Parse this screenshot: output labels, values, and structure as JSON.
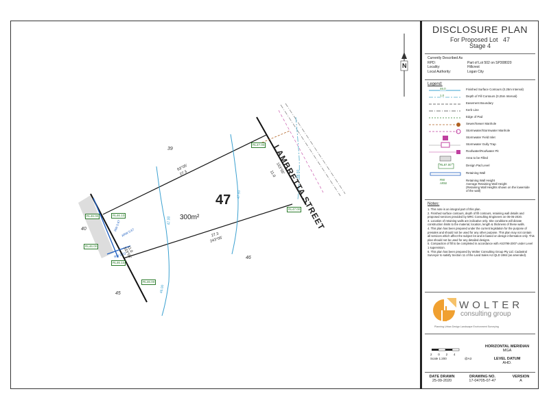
{
  "title": {
    "heading": "DISCLOSURE PLAN",
    "proposed_lot_label": "For Proposed Lot",
    "lot_number": "47",
    "stage": "Stage 4"
  },
  "currently_described": {
    "header": "Currently Described As",
    "rows": [
      {
        "key": "RPD:",
        "value": "Part of Lot 502 on SP308020"
      },
      {
        "key": "Locality:",
        "value": "Hillcrest"
      },
      {
        "key": "Local Authority:",
        "value": "Logan City"
      }
    ]
  },
  "legend": {
    "title": "Legend:",
    "items": [
      {
        "sym_text": "46.0",
        "label": "Finished Surface Contours (0.25m Interval)"
      },
      {
        "sym_text": "1.0",
        "label": "Depth of Fill Contours (0.25m Interval)"
      },
      {
        "sym_text": "",
        "label": "Easement Boundary"
      },
      {
        "sym_text": "",
        "label": "Kerb Line"
      },
      {
        "sym_text": "",
        "label": "Edge of Pad"
      },
      {
        "sym_text": "",
        "label": "Sewer/Sewer Manhole"
      },
      {
        "sym_text": "",
        "label": "Stormwater/Stormwater Manhole"
      },
      {
        "sym_text": "",
        "label": "Stormwater Field Inlet"
      },
      {
        "sym_text": "",
        "label": "Stormwater Gully Trap"
      },
      {
        "sym_text": "",
        "label": "Roofwater/Roofwater Pit"
      },
      {
        "sym_text": "",
        "label": "Area to be Filled"
      },
      {
        "sym_text": "RL87.00",
        "label": "Design Pad Level"
      },
      {
        "sym_text": "",
        "label": "Retaining Wall"
      },
      {
        "sym_text": "RW\nARW",
        "label": "Retaining Wall Height\nAverage Retaining Wall Height\n(Retaining Wall Heights shown on the lowerside\nof the wall)"
      }
    ]
  },
  "notes": {
    "title": "Notes:",
    "items": [
      "1. This note is an integral part of this plan.",
      "2. Finished surface contours, depth of fill contours, retaining wall details and proposed services provided by MRC Consulting Engineers on 05-05-2020.",
      "3. Location of retaining walls are indicative only. Site conditions will dictate construction limits to the material, location, length & thickness of these walls.",
      "4. This plan has been prepared under the current legislation for the purpose of presales and should not be used for any other purpose. This plan may not contain all services which affect the subject lot and is based on design information only. This plan should not be used for any detailed designs.",
      "5. Compaction of fill to be completed in accordance with AS3798-2007 under Level 1 supervision.",
      "6. This plan has been prepared by Wolter Consulting Group Pty Ltd. Cadastral Surveyor to satisfy Section 11 of the Land Sales Act QLD 1984 (as amended)."
    ]
  },
  "company": {
    "name": "WOLTER",
    "tagline": "consulting group",
    "services": "Planning  Urban Design  Landscape  Environment  Surveying"
  },
  "scale": {
    "ticks": [
      "2",
      "0",
      "2",
      "4"
    ],
    "label": "Scale 1:200",
    "paper": "@A3"
  },
  "meridian": {
    "heading": "HORIZONTAL MERIDIAN",
    "value": "MGA"
  },
  "datum": {
    "heading": "LEVEL DATUM",
    "value": "AHD."
  },
  "footer": {
    "date_heading": "DATE DRAWN",
    "date_value": "25-09-2020",
    "drawing_heading": "DRAWING NO.",
    "drawing_value": "17-04705-07-47",
    "version_heading": "VERSION",
    "version_value": "A"
  },
  "map": {
    "north_label": "N",
    "street_name": "LAMBRETTA STREET",
    "lot_number": "47",
    "area": "300m²",
    "neighbours": [
      "39",
      "40",
      "45",
      "46"
    ],
    "bearings": {
      "north_side": "63°05'",
      "north_len": "27.3",
      "south_side": "243°05'",
      "south_len": "27.3",
      "east_side": "153°05'",
      "east_len": "11.0",
      "west_side": "333°05'",
      "west_len": "11.0"
    },
    "contours": [
      "46.50",
      "47.00",
      "47.50",
      "48.00",
      "46.00"
    ],
    "pad_levels": [
      "RL47.00",
      "RL47.00",
      "RL46.00",
      "RL46.00",
      "RL46.10",
      "RL46.10",
      "RL46.00"
    ],
    "rw_labels": [
      "RW 0.67",
      "ARW 0.67",
      "RW 0.73"
    ],
    "colors": {
      "contour": "#3aa0d0",
      "fill_contour": "#4aa8c8",
      "pad": "#2a7a2a",
      "sewer": "#b06020",
      "storm": "#c040a0",
      "wall": "#2060c0"
    }
  }
}
